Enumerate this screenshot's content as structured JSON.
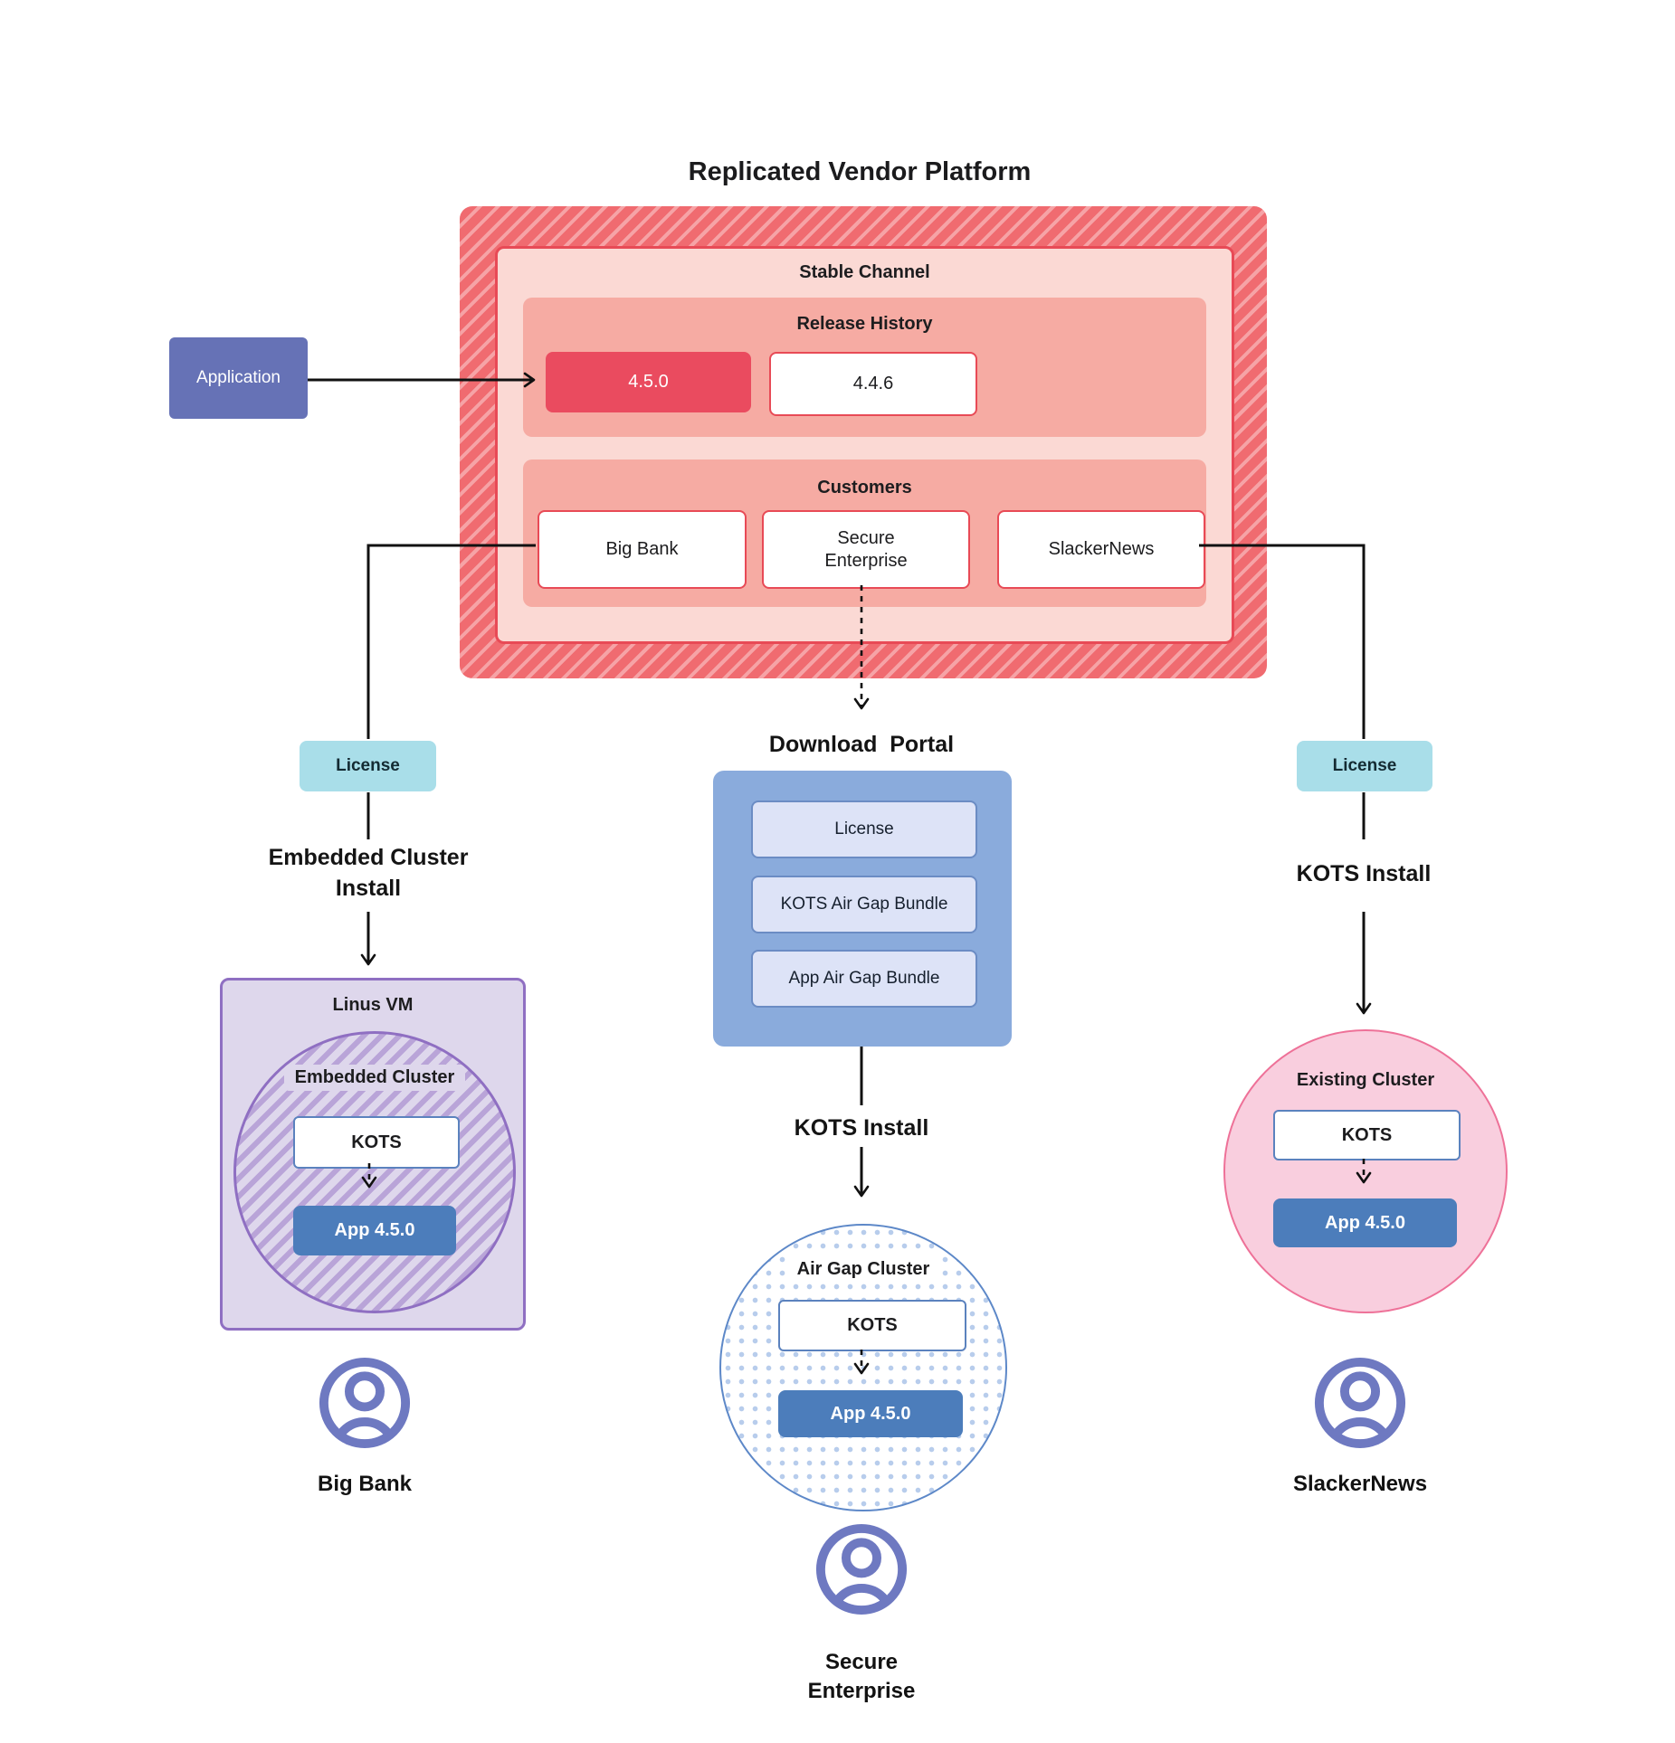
{
  "title": "Replicated Vendor Platform",
  "platform": {
    "stable_channel_label": "Stable Channel",
    "release_history_label": "Release History",
    "releases": {
      "current": "4.5.0",
      "previous": "4.4.6"
    },
    "customers_label": "Customers",
    "customers": {
      "big_bank": "Big Bank",
      "secure_enterprise": "Secure Enterprise",
      "slackernews": "SlackerNews"
    }
  },
  "application_label": "Application",
  "left_flow": {
    "license_label": "License",
    "install_label": "Embedded Cluster Install"
  },
  "center_flow": {
    "portal_title": "Download  Portal",
    "portal_items": [
      "License",
      "KOTS Air Gap Bundle",
      "App Air Gap Bundle"
    ],
    "install_label": "KOTS Install"
  },
  "right_flow": {
    "license_label": "License",
    "install_label": "KOTS Install"
  },
  "clusters": {
    "embedded": {
      "vm_label": "Linus VM",
      "cluster_label": "Embedded Cluster",
      "kots_label": "KOTS",
      "app_label": "App 4.5.0",
      "owner": "Big Bank"
    },
    "airgap": {
      "cluster_label": "Air Gap Cluster",
      "kots_label": "KOTS",
      "app_label": "App 4.5.0",
      "owner": "Secure Enterprise"
    },
    "existing": {
      "cluster_label": "Existing Cluster",
      "kots_label": "KOTS",
      "app_label": "App 4.5.0",
      "owner": "SlackerNews"
    }
  },
  "icons": {
    "person": "person-icon"
  },
  "colors": {
    "hatch_red": "#f06b70",
    "hatch_red_stripe": "#f7a6a9",
    "channel_bg": "#fbd9d4",
    "red_border": "#e84a56",
    "section_bg": "#f6aba3",
    "release_current_bg": "#ea4b5f",
    "application_bg": "#6672b6",
    "license_bg": "#a9dee9",
    "portal_bg": "#8aabdc",
    "portal_item_bg": "#dde3f7",
    "vm_bg": "#ded7ec",
    "vm_border": "#8f6fc2",
    "vm_hatch": "#b9a4d8",
    "kots_border": "#5b82be",
    "app_bg": "#4c7dbb",
    "airgap_border": "#5d88c8",
    "airgap_dot": "#b8cdec",
    "existing_bg": "#f9cede",
    "existing_border": "#ee7198",
    "person": "#6e79c1"
  }
}
